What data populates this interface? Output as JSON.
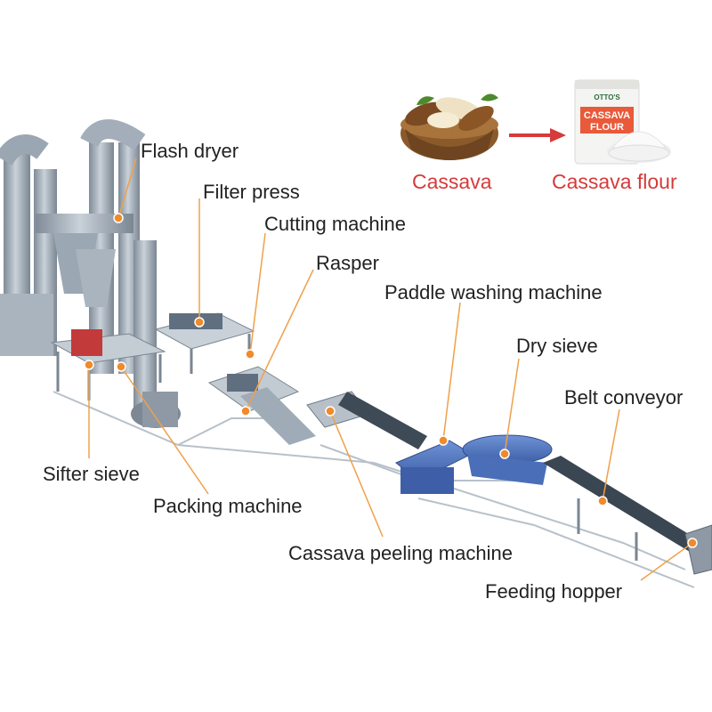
{
  "colors": {
    "leader": "#f0a04a",
    "dot": "#f08a2a",
    "steel": "#9aa6b2",
    "steel_dark": "#6e7b88",
    "blue_machine": "#4a6fb8",
    "arrow": "#d63a3a",
    "caption_red": "#d63a3a",
    "label_text": "#222222"
  },
  "header": {
    "raw_label": "Cassava",
    "product_label": "Cassava flour",
    "product_brand": "OTTO'S",
    "product_name_line1": "CASSAVA",
    "product_name_line2": "FLOUR",
    "raw_icon": "cassava-basket-icon",
    "product_icon": "flour-bag-icon",
    "arrow_icon": "red-arrow-icon"
  },
  "labels": {
    "flash_dryer": "Flash dryer",
    "filter_press": "Filter press",
    "cutting_machine": "Cutting machine",
    "rasper": "Rasper",
    "paddle_washing_machine": "Paddle washing machine",
    "dry_sieve": "Dry sieve",
    "belt_conveyor": "Belt conveyor",
    "sifter_sieve": "Sifter sieve",
    "packing_machine": "Packing machine",
    "cassava_peeling_machine": "Cassava peeling machine",
    "feeding_hopper": "Feeding hopper"
  }
}
